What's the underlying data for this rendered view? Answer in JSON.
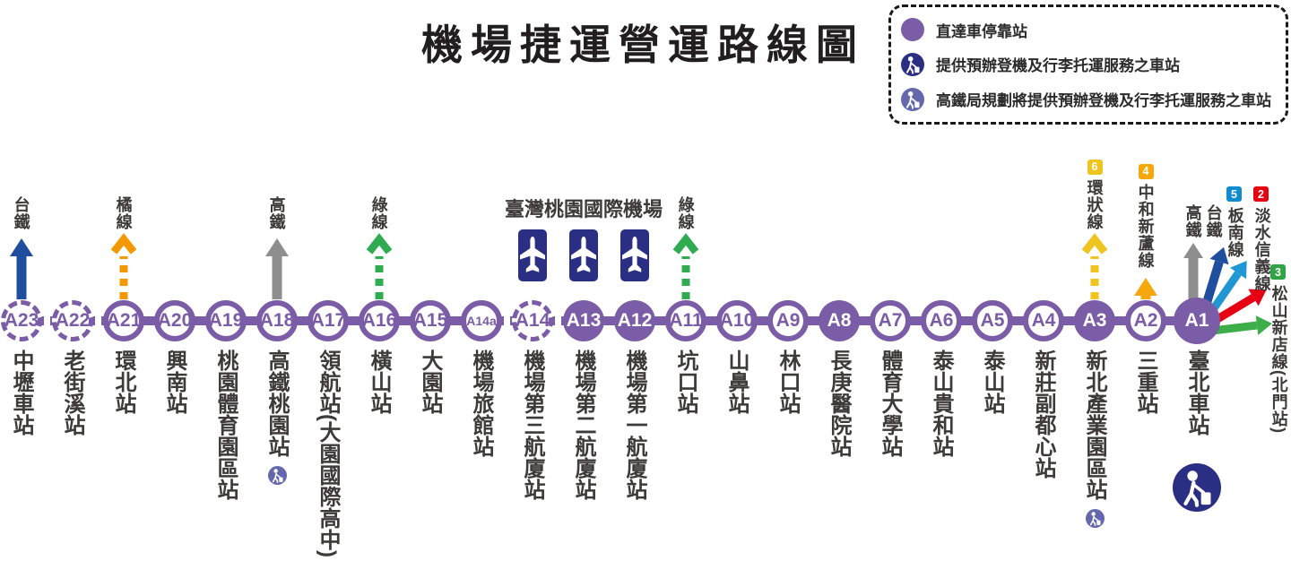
{
  "title": "機場捷運營運路線圖",
  "legend": {
    "items": [
      {
        "icon": "express-station-dot",
        "label": "直達車停靠站"
      },
      {
        "icon": "checkin-service-icon",
        "label": "提供預辦登機及行李托運服務之車站"
      },
      {
        "icon": "planned-checkin-service-icon",
        "label": "高鐵局規劃將提供預辦登機及行李托運服務之車站"
      }
    ]
  },
  "airport": {
    "label": "臺灣桃園國際機場"
  },
  "colors": {
    "line_purple": "#7B5CA7",
    "station_text": "#3E3A39",
    "checkin_navy": "#2B2F84",
    "checkin_planned": "#6668AE",
    "tra_blue": "#1F4E9E",
    "hsr_gray": "#8E8E8E",
    "orange_line": "#F39800",
    "green_line": "#2FAC51",
    "circular_yellow": "#EFC41E",
    "zhonghe_orange": "#F5A70B",
    "bannan_blue": "#1E97D4",
    "tamsui_red": "#E60012",
    "songshan_green": "#3DAE49"
  },
  "line": {
    "stations": [
      {
        "id": "A23",
        "name": "中壢車站",
        "style": "dashed",
        "arrow": {
          "label": "台鐵",
          "color": "#1F4E9E",
          "style": "solid"
        }
      },
      {
        "id": "A22",
        "name": "老街溪站",
        "style": "dashed"
      },
      {
        "id": "A21",
        "name": "環北站",
        "style": "outline",
        "arrow": {
          "label": "橘線",
          "color": "#F39800",
          "style": "dashed"
        }
      },
      {
        "id": "A20",
        "name": "興南站",
        "style": "outline"
      },
      {
        "id": "A19",
        "name": "桃園體育園區站",
        "style": "outline"
      },
      {
        "id": "A18",
        "name": "高鐵桃園站",
        "style": "outline",
        "arrow": {
          "label": "高鐵",
          "color": "#8E8E8E",
          "style": "solid"
        },
        "checkin": "planned"
      },
      {
        "id": "A17",
        "name": "領航站(大園國際高中)",
        "style": "outline"
      },
      {
        "id": "A16",
        "name": "橫山站",
        "style": "outline",
        "arrow": {
          "label": "綠線",
          "color": "#2FAC51",
          "style": "dashed"
        }
      },
      {
        "id": "A15",
        "name": "大園站",
        "style": "outline"
      },
      {
        "id": "A14a",
        "name": "機場旅館站",
        "style": "outline",
        "small_id": true
      },
      {
        "id": "A14",
        "name": "機場第三航廈站",
        "style": "dashed",
        "airport_terminal": true
      },
      {
        "id": "A13",
        "name": "機場第二航廈站",
        "style": "filled",
        "airport_terminal": true
      },
      {
        "id": "A12",
        "name": "機場第一航廈站",
        "style": "filled",
        "airport_terminal": true
      },
      {
        "id": "A11",
        "name": "坑口站",
        "style": "outline",
        "arrow": {
          "label": "綠線",
          "color": "#2FAC51",
          "style": "dashed"
        }
      },
      {
        "id": "A10",
        "name": "山鼻站",
        "style": "outline"
      },
      {
        "id": "A9",
        "name": "林口站",
        "style": "outline"
      },
      {
        "id": "A8",
        "name": "長庚醫院站",
        "style": "filled"
      },
      {
        "id": "A7",
        "name": "體育大學站",
        "style": "outline"
      },
      {
        "id": "A6",
        "name": "泰山貴和站",
        "style": "outline"
      },
      {
        "id": "A5",
        "name": "泰山站",
        "style": "outline"
      },
      {
        "id": "A4",
        "name": "新莊副都心站",
        "style": "outline"
      },
      {
        "id": "A3",
        "name": "新北產業園區站",
        "style": "filled",
        "arrow": {
          "label": "環狀線",
          "color": "#EFC41E",
          "style": "dashed",
          "badge": {
            "text": "6",
            "color": "#EFC41E"
          }
        },
        "checkin": "planned"
      },
      {
        "id": "A2",
        "name": "三重站",
        "style": "outline",
        "arrow": {
          "label": "中和新蘆線",
          "color": "#F5A70B",
          "style": "solid",
          "badge": {
            "text": "4",
            "color": "#F5A70B"
          }
        }
      },
      {
        "id": "A1",
        "name": "臺北車站",
        "style": "filled",
        "checkin": "available"
      }
    ]
  },
  "terminus_connections": [
    {
      "label": "高鐵",
      "color": "#8E8E8E"
    },
    {
      "label": "台鐵",
      "color": "#1F4E9E"
    },
    {
      "label": "板南線",
      "color": "#1E97D4",
      "badge": {
        "text": "5",
        "color": "#0F8CCE"
      }
    },
    {
      "label": "淡水信義線",
      "color": "#E60012",
      "badge": {
        "text": "2",
        "color": "#E60012"
      }
    },
    {
      "label": "松山新店線(北門站)",
      "color": "#3DAE49",
      "badge": {
        "text": "3",
        "color": "#2FA444"
      }
    }
  ]
}
